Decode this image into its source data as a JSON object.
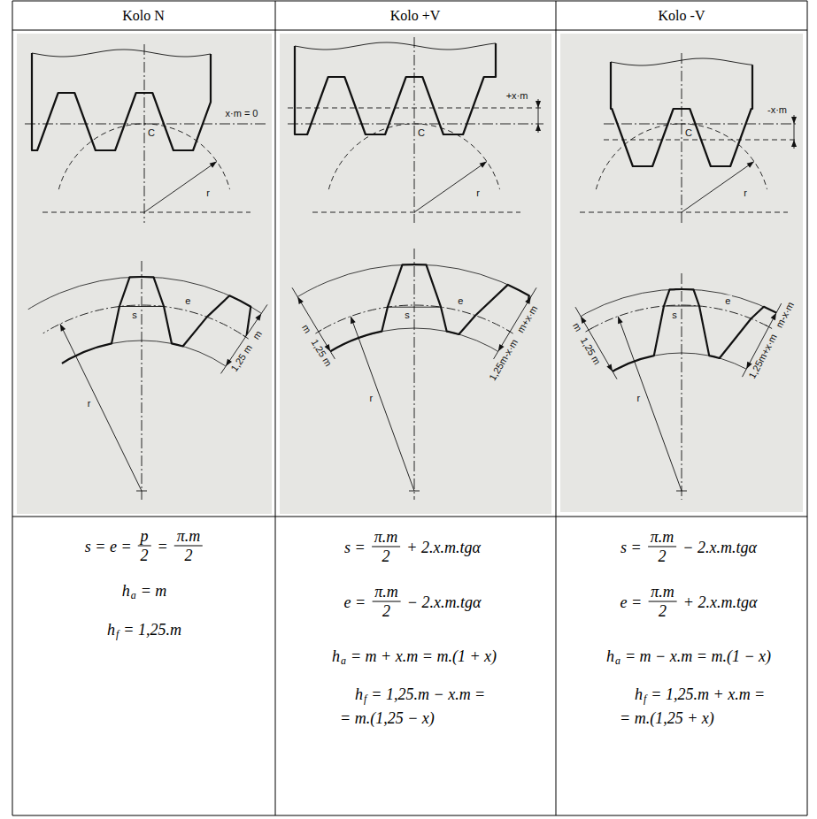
{
  "diagram": {
    "labels": [
      "Kolo N",
      "Kolo +V",
      "Kolo -V",
      "x·m = 0",
      "C",
      "r",
      "s",
      "e",
      "m",
      "1,25 m",
      "r",
      "+x·m",
      "C",
      "r",
      "m",
      "1,25 m",
      "s",
      "e",
      "m+x·m",
      "1,25m-x·m",
      "r",
      "-x·m",
      "C",
      "r",
      "m",
      "1,25 m",
      "s",
      "e",
      "m-x·m",
      "1,25m+x·m",
      "r",
      "s = e =",
      "p",
      "2",
      "=",
      "π.m",
      "2",
      "h",
      "a",
      "= m",
      "h",
      "f",
      "= 1,25.m",
      "s =",
      "π.m",
      "2",
      "+ 2.x.m.tgα",
      "e =",
      "π.m",
      "2",
      "− 2.x.m.tgα",
      "h",
      "a",
      "= m + x.m = m.(1 + x)",
      "h",
      "f",
      "= 1,25.m − x.m =",
      "= m.(1,25 − x)",
      "s =",
      "π.m",
      "2",
      "− 2.x.m.tgα",
      "e =",
      "π.m",
      "2",
      "+ 2.x.m.tgα",
      "h",
      "a",
      "= m − x.m = m.(1 − x)",
      "h",
      "f",
      "= 1,25.m + x.m =",
      "= m.(1,25 + x)"
    ]
  }
}
